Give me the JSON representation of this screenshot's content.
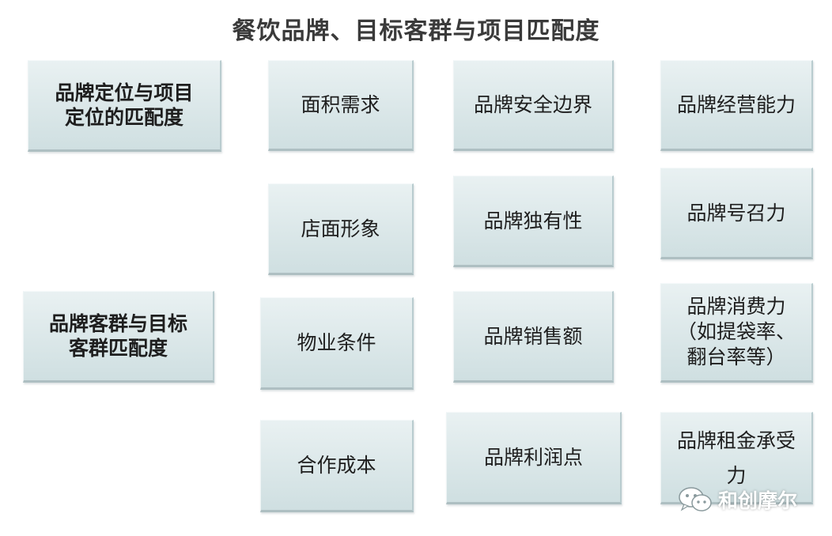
{
  "title": "餐饮品牌、目标客群与项目匹配度",
  "left_labels": [
    "品牌定位与项目\n定位的匹配度",
    "品牌客群与目标\n客群匹配度"
  ],
  "column_a": [
    "面积需求",
    "店面形象",
    "物业条件",
    "合作成本"
  ],
  "column_b": [
    "品牌安全边界",
    "品牌独有性",
    "品牌销售额",
    "品牌利润点"
  ],
  "column_c": [
    "品牌经营能力",
    "品牌号召力",
    "品牌消费力\n（如提袋率、\n翻台率等）",
    "品牌租金承受\n力"
  ],
  "watermark": {
    "icon": "wechat-icon",
    "text": "和创摩尔"
  },
  "colors": {
    "box_top": "#e9f1f2",
    "box_bottom": "#cfdfe1",
    "text": "#1e1e1e"
  }
}
